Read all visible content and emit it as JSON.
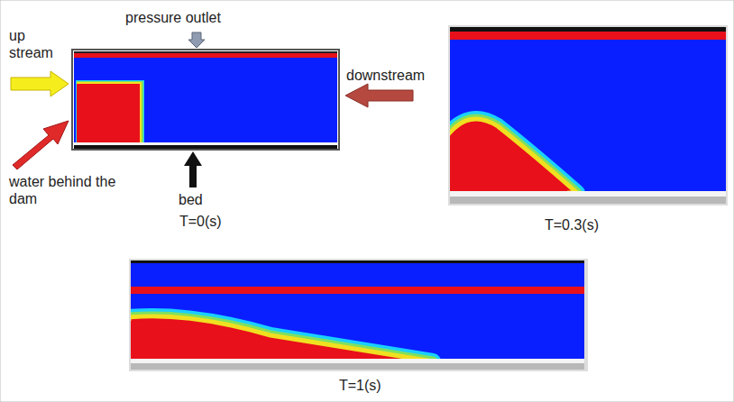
{
  "diagram": {
    "labels": [
      "pressure outlet",
      "up stream",
      "downstream",
      "water behind the dam",
      "bed",
      "T=0(s)",
      "T=0.3(s)",
      "T=1(s)"
    ]
  }
}
